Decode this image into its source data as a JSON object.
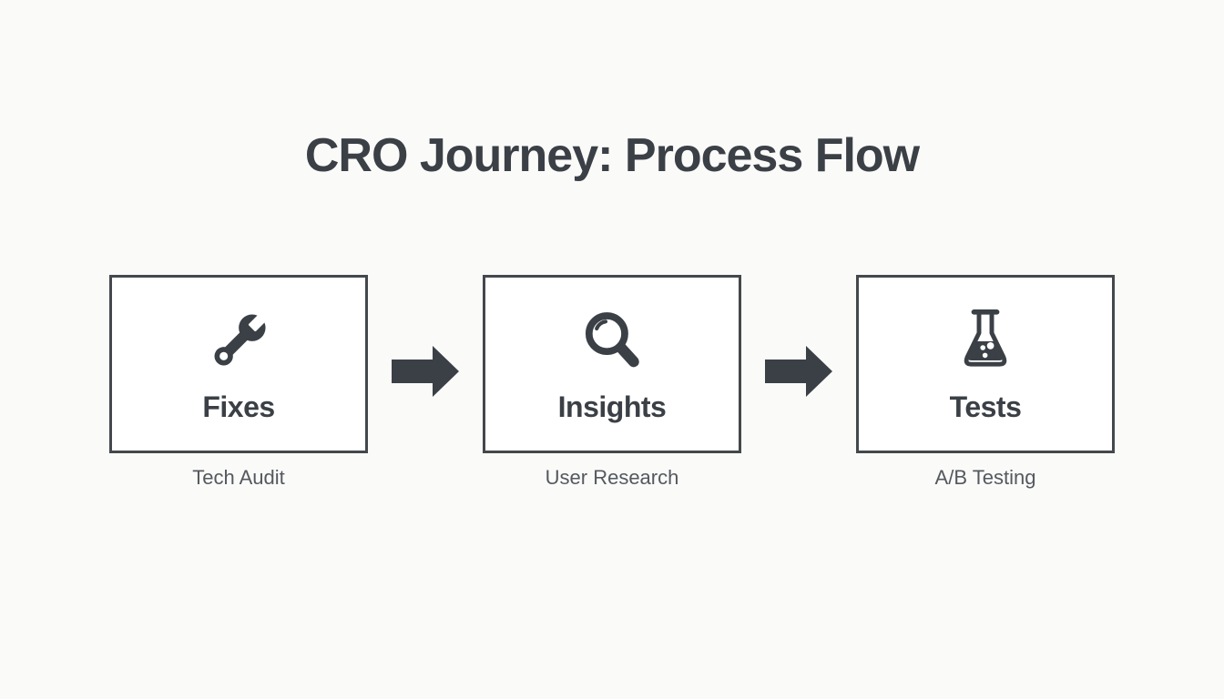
{
  "title": "CRO Journey: Process Flow",
  "colors": {
    "page_background": "#fafaf9",
    "box_background": "#ffffff",
    "box_border": "#43484c",
    "ink_dark": "#3b4046",
    "sublabel_text": "#54595e"
  },
  "steps": [
    {
      "label": "Fixes",
      "sublabel": "Tech Audit",
      "icon": "wrench-icon"
    },
    {
      "label": "Insights",
      "sublabel": "User Research",
      "icon": "magnifying-glass-icon"
    },
    {
      "label": "Tests",
      "sublabel": "A/B Testing",
      "icon": "flask-icon"
    }
  ],
  "arrows": [
    {
      "direction": "right"
    },
    {
      "direction": "right"
    }
  ]
}
